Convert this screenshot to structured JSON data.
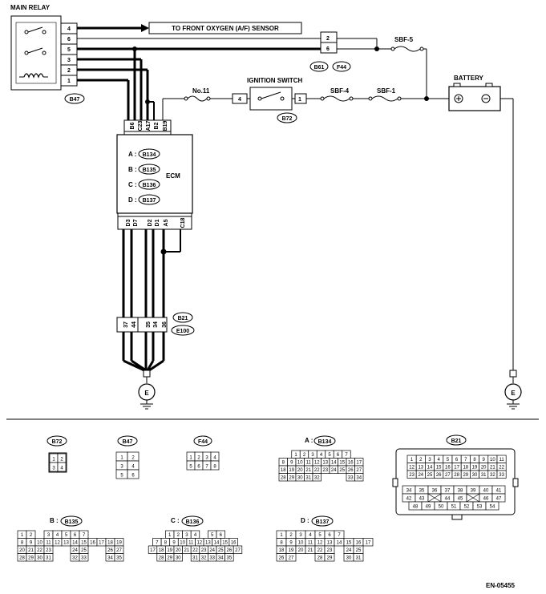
{
  "labels": {
    "main_relay": "MAIN RELAY",
    "front_o2": "TO FRONT OXYGEN (A/F) SENSOR",
    "no11": "No.11",
    "ignition_switch": "IGNITION SWITCH",
    "sbf4": "SBF-4",
    "sbf1": "SBF-1",
    "sbf5": "SBF-5",
    "battery": "BATTERY",
    "ecm": "ECM",
    "ground": "E",
    "footer_code": "EN-05455"
  },
  "connector_refs": {
    "b47": "B47",
    "b72": "B72",
    "b61": "B61",
    "f44": "F44",
    "b21": "B21",
    "e100": "E100",
    "b134": "B134",
    "b135": "B135",
    "b136": "B136",
    "b137": "B137"
  },
  "relay_pins": [
    "4",
    "6",
    "5",
    "3",
    "2",
    "1"
  ],
  "joint_pins": [
    "2",
    "6"
  ],
  "ign_pins": [
    "4",
    "1"
  ],
  "ecm_top_pins": [
    "B6",
    "C23",
    "A17",
    "B2",
    "B19"
  ],
  "ecm_bottom_pins": [
    "D3",
    "D7",
    "D2",
    "D1",
    "A5",
    "C18"
  ],
  "bottom_conn_pins": [
    "37",
    "44",
    "35",
    "34",
    "36"
  ],
  "ecm_connectors": [
    {
      "letter": "A",
      "ref": "B134"
    },
    {
      "letter": "B",
      "ref": "B135"
    },
    {
      "letter": "C",
      "ref": "B136"
    },
    {
      "letter": "D",
      "ref": "B137"
    }
  ],
  "views": {
    "b72": [
      "1",
      "2",
      "3",
      "4"
    ],
    "b47": [
      "1",
      "2",
      "3",
      "4",
      "5",
      "6"
    ],
    "f44": [
      "1",
      "2",
      "3",
      "4",
      "5",
      "6",
      "7",
      "8"
    ],
    "a_b134": [
      [
        "1",
        "2",
        "3",
        "4",
        "5",
        "6",
        "7"
      ],
      [
        "8",
        "9",
        "10",
        "11",
        "12",
        "13",
        "14",
        "15",
        "16",
        "17"
      ],
      [
        "18",
        "19",
        "20",
        "21",
        "22",
        "23",
        "24",
        "25",
        "26",
        "27"
      ],
      [
        "28",
        "29",
        "30",
        "31",
        "32",
        "",
        "",
        "",
        "33",
        "34"
      ]
    ],
    "b21": [
      [
        "1",
        "2",
        "3",
        "4",
        "5",
        "6",
        "7",
        "8",
        "9",
        "10",
        "11"
      ],
      [
        "12",
        "13",
        "14",
        "15",
        "16",
        "17",
        "18",
        "19",
        "20",
        "21",
        "22"
      ],
      [
        "23",
        "24",
        "25",
        "26",
        "27",
        "28",
        "29",
        "30",
        "31",
        "32",
        "33"
      ],
      [
        "34",
        "35",
        "36",
        "37",
        "38",
        "39",
        "40",
        "41"
      ],
      [
        "42",
        "43",
        "X",
        "44",
        "45",
        "X",
        "46",
        "47"
      ],
      [
        "48",
        "49",
        "50",
        "51",
        "52",
        "53",
        "54"
      ]
    ],
    "b_b135": [
      [
        "1",
        "2",
        "",
        "3",
        "4",
        "5",
        "6",
        "7"
      ],
      [
        "8",
        "9",
        "10",
        "11",
        "12",
        "13",
        "14",
        "15",
        "16",
        "17",
        "18",
        "19"
      ],
      [
        "20",
        "21",
        "22",
        "23",
        "",
        "",
        "24",
        "25",
        "",
        "",
        "26",
        "27"
      ],
      [
        "28",
        "29",
        "30",
        "31",
        "",
        "",
        "32",
        "33",
        "",
        "",
        "34",
        "35"
      ]
    ],
    "c_b136": [
      [
        "1",
        "2",
        "3",
        "4",
        "",
        "5",
        "6"
      ],
      [
        "7",
        "8",
        "9",
        "10",
        "11",
        "12",
        "13",
        "14",
        "15",
        "16"
      ],
      [
        "17",
        "18",
        "19",
        "20",
        "21",
        "22",
        "23",
        "24",
        "25",
        "26",
        "27"
      ],
      [
        "28",
        "29",
        "30",
        "",
        "31",
        "32",
        "33",
        "34",
        "35"
      ]
    ],
    "d_b137": [
      [
        "1",
        "2",
        "3",
        "4",
        "5",
        "6",
        "7"
      ],
      [
        "8",
        "9",
        "10",
        "11",
        "12",
        "13",
        "14",
        "15",
        "16",
        "17"
      ],
      [
        "18",
        "19",
        "20",
        "21",
        "22",
        "23",
        "",
        "24",
        "25"
      ],
      [
        "26",
        "27",
        "",
        "",
        "28",
        "29",
        "",
        "30",
        "31"
      ]
    ]
  }
}
